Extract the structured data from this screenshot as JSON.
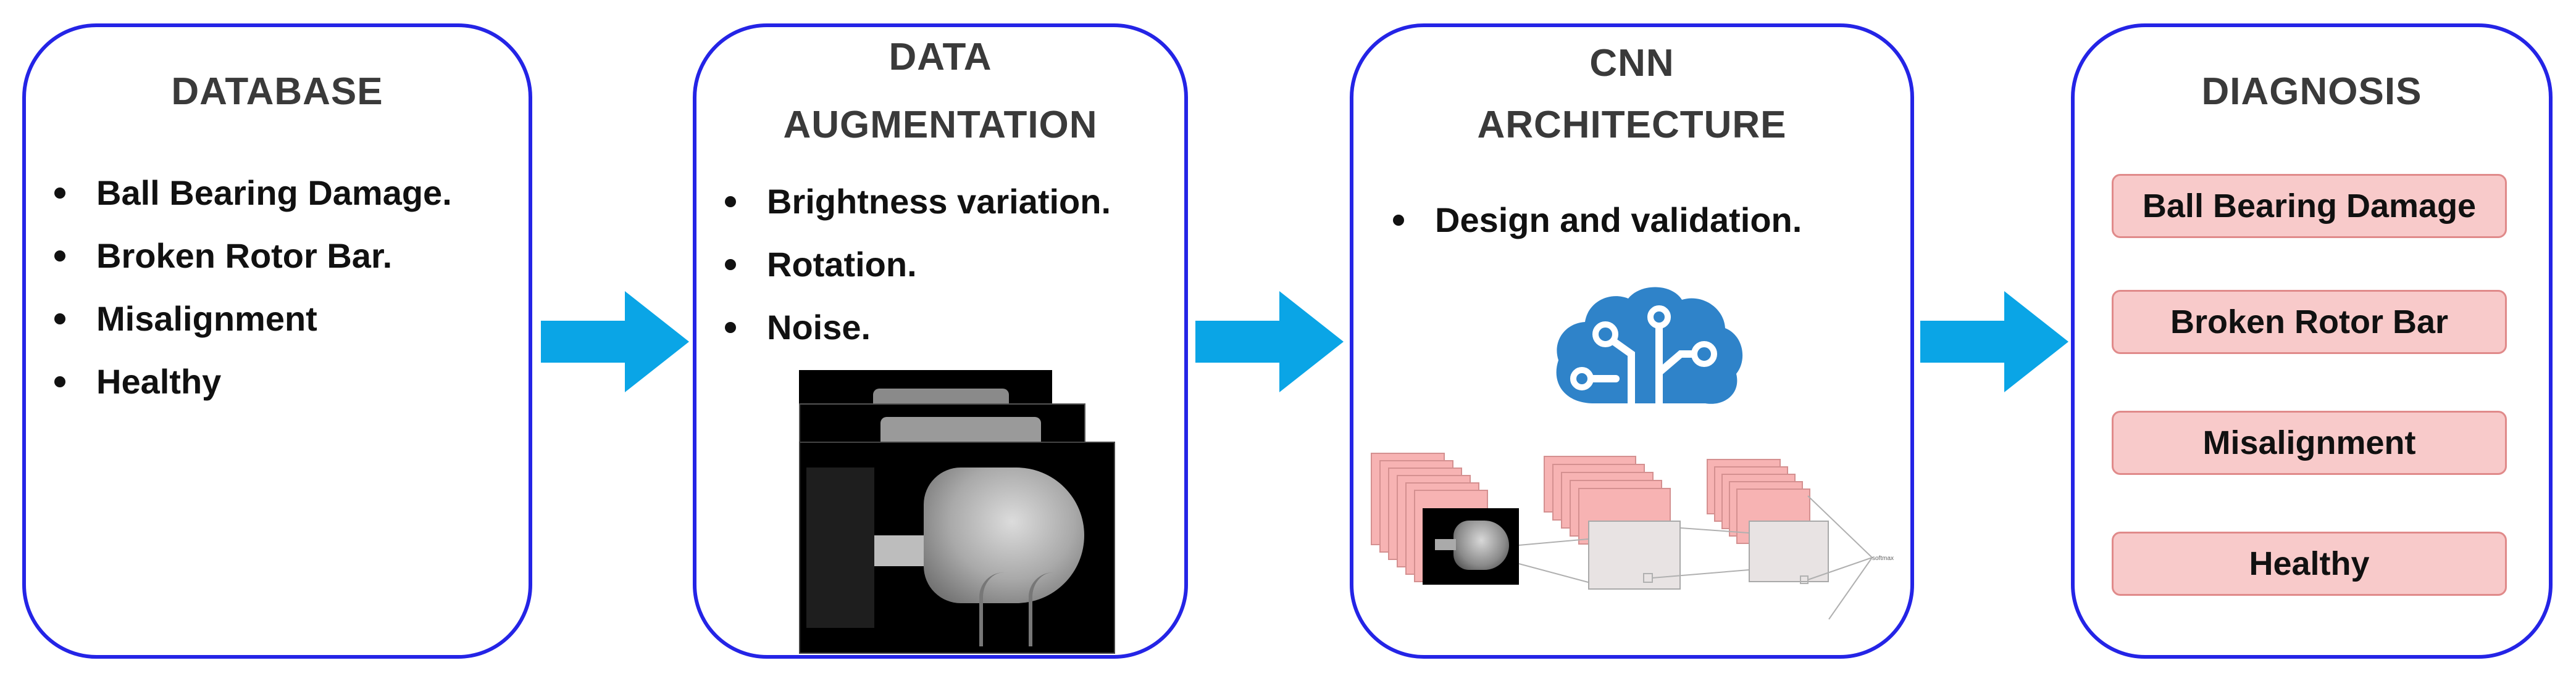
{
  "panels": {
    "database": {
      "title": "DATABASE",
      "items": [
        "Ball Bearing Damage.",
        "Broken Rotor Bar.",
        "Misalignment",
        "Healthy"
      ]
    },
    "augmentation": {
      "title_line1": "DATA",
      "title_line2": "AUGMENTATION",
      "items": [
        "Brightness variation.",
        "Rotation.",
        "Noise."
      ]
    },
    "cnn": {
      "title_line1": "CNN",
      "title_line2": "ARCHITECTURE",
      "items": [
        "Design and validation."
      ],
      "softmax_label": "softmax"
    },
    "diagnosis": {
      "title": "DIAGNOSIS",
      "classes": [
        "Ball Bearing Damage",
        "Broken Rotor Bar",
        "Misalignment",
        "Healthy"
      ]
    }
  },
  "colors": {
    "panel_border": "#2424e6",
    "arrow": "#0aa5e6",
    "class_box_fill": "#f8caca",
    "class_box_border": "#e08a8a",
    "brain_icon": "#2f83c9"
  }
}
